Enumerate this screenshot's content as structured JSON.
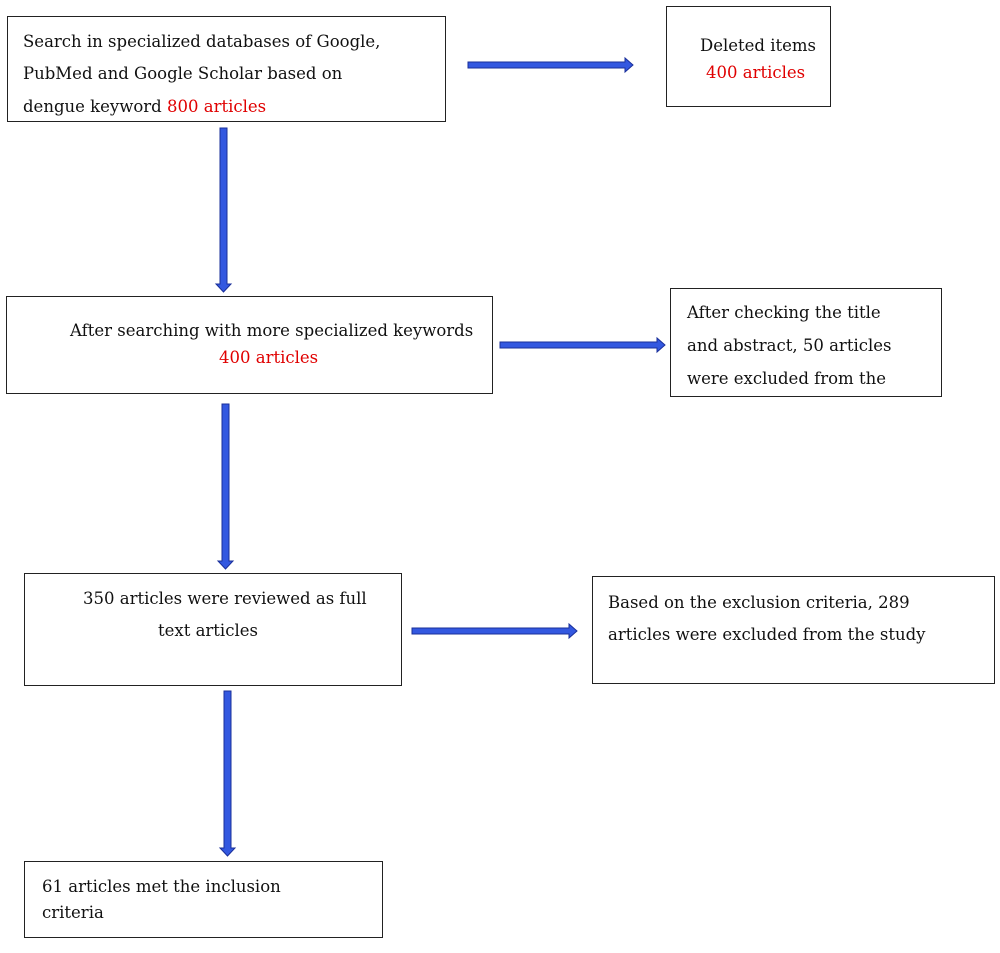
{
  "colors": {
    "arrow_fill": "#3358e0",
    "arrow_stroke": "#1a2f9a",
    "highlight": "#e00000"
  },
  "boxes": {
    "search": {
      "line1": "Search in specialized databases of Google,",
      "line2": "PubMed and Google Scholar based on",
      "line3": "dengue keyword",
      "count": "800 articles"
    },
    "deleted": {
      "line1": "Deleted items",
      "count": "400 articles"
    },
    "specialized": {
      "line1": "After searching with more specialized keywords",
      "count": "400 articles"
    },
    "title_check": {
      "line1": "After checking the title",
      "line2": "and abstract, 50 articles",
      "line3": "were excluded from the"
    },
    "fulltext": {
      "line1": "350 articles were reviewed as full",
      "line2": "text articles"
    },
    "exclusion": {
      "line1": "Based on the exclusion criteria, 289",
      "line2": "articles were excluded from the study"
    },
    "included": {
      "line1": "61 articles met the inclusion",
      "line2": "criteria"
    }
  }
}
